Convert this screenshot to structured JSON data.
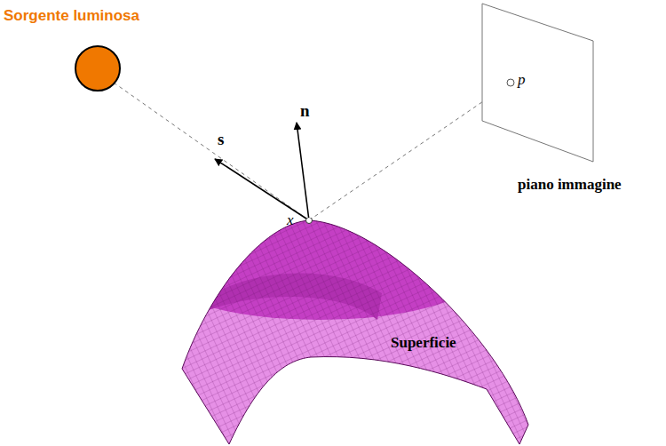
{
  "diagram": {
    "nodes": [
      {
        "text": [
          "Sorgente luminosa"
        ]
      },
      {
        "text": [
          "piano immagine"
        ]
      },
      {
        "text": [
          "Superficie"
        ]
      }
    ],
    "labels": [
      "s",
      "n",
      "x",
      "p"
    ]
  }
}
